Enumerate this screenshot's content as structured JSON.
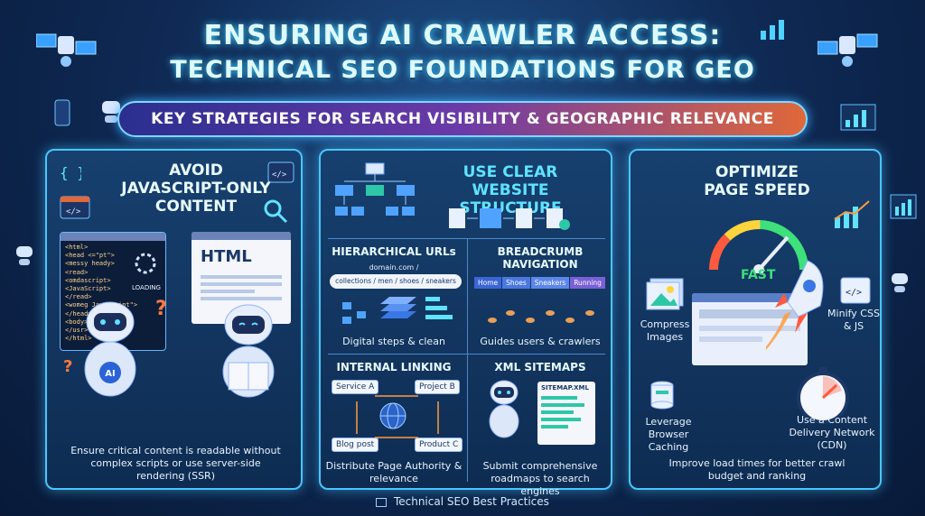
{
  "header": {
    "title_line1": "ENSURING AI CRAWLER ACCESS:",
    "title_line2": "TECHNICAL SEO FOUNDATIONS FOR GEO",
    "subtitle": "KEY STRATEGIES FOR SEARCH VISIBILITY & GEOGRAPHIC RELEVANCE"
  },
  "panel_js": {
    "heading_line1": "AVOID",
    "heading_line2": "JAVASCRIPT-ONLY",
    "heading_line3": "CONTENT",
    "code_lines": [
      "<html>",
      "<head <=\"pt\">",
      "<messy heady>",
      "<read>",
      "<omdascript>",
      "<JavaScript>",
      "</read>",
      "<womeg JavaScript\">",
      "</head>",
      "<body>",
      "</usr>",
      "</html>"
    ],
    "loading_label": "LOADING",
    "html_label": "HTML",
    "ai_badge": "AI",
    "description": "Ensure critical content is readable without complex scripts or use server-side rendering (SSR)"
  },
  "panel_structure": {
    "heading_line1": "USE CLEAR",
    "heading_line2": "WEBSITE STRUCTURE",
    "hier_title": "HIERARCHICAL URLs",
    "url_domain": "domain.com /",
    "url_path": "collections / men / shoes / sneakers",
    "hier_caption": "Digital steps & clean",
    "bread_title_1": "BREADCRUMB",
    "bread_title_2": "NAVIGATION",
    "breadcrumbs": [
      "Home",
      "Shoes",
      "Sneakers",
      "Running"
    ],
    "bread_caption": "Guides users & crawlers",
    "link_title": "INTERNAL LINKING",
    "link_nodes": [
      "Service A",
      "Project B",
      "Blog post",
      "Product C"
    ],
    "link_caption": "Distribute Page Authority & relevance",
    "sitemap_title": "XML SITEMAPS",
    "sitemap_file": "SITEMAP.XML",
    "sitemap_caption": "Submit comprehensive roadmaps to search engines"
  },
  "panel_speed": {
    "heading_line1": "OPTIMIZE",
    "heading_line2": "PAGE SPEED",
    "fast_label": "FAST",
    "compress_label": "Compress Images",
    "minify_label": "Minify CSS & JS",
    "caching_label": "Leverage Browser Caching",
    "cdn_label": "Use a Content Delivery Network (CDN)",
    "description": "Improve load times for better crawl budget and ranking"
  },
  "footer": {
    "text": "Technical SEO Best Practices"
  },
  "colors": {
    "accent_cyan": "#5fe3ff",
    "border_glow": "#48c6ff",
    "subtitle_start": "#2a2f8f",
    "subtitle_end": "#e0683a"
  }
}
